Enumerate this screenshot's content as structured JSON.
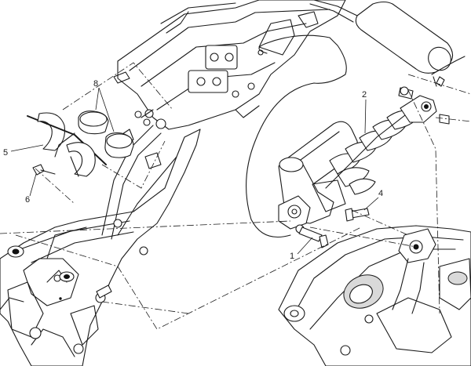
{
  "callouts": {
    "c1": "1",
    "c2": "2",
    "c4": "4",
    "c5": "5",
    "c6": "6",
    "c8": "8"
  }
}
